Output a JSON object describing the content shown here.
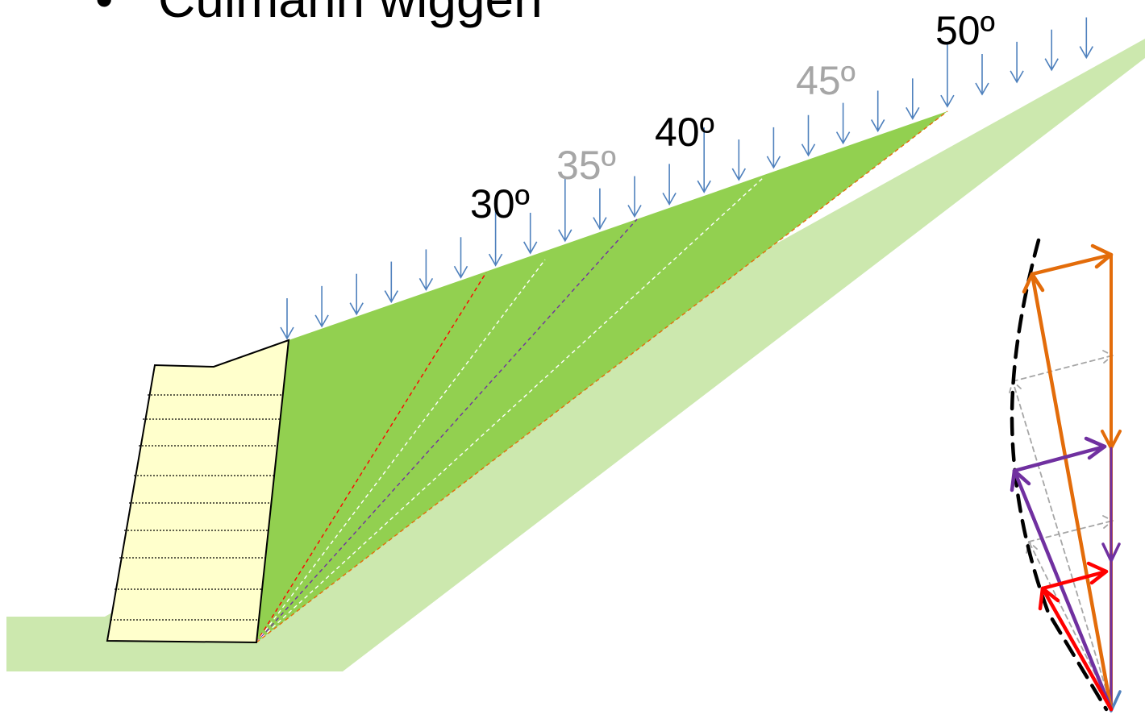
{
  "title": {
    "bullet": "•",
    "text": "Culmann wiggen"
  },
  "angles": [
    {
      "label": "30º",
      "color": "#000000"
    },
    {
      "label": "35º",
      "color": "#a6a6a6"
    },
    {
      "label": "40º",
      "color": "#000000"
    },
    {
      "label": "45º",
      "color": "#a6a6a6"
    },
    {
      "label": "50º",
      "color": "#000000"
    }
  ],
  "colors": {
    "ground": "#cce8ae",
    "wedge": "#92d050",
    "wall": "#ffffcc",
    "load_arrow": "#4f81bd",
    "red": "#ff0000",
    "purple": "#7030a0",
    "orange": "#e36c0a",
    "grey_dashed": "#a6a6a6",
    "envelope": "#000000"
  },
  "icons": {
    "load": "down-arrow-icon"
  }
}
